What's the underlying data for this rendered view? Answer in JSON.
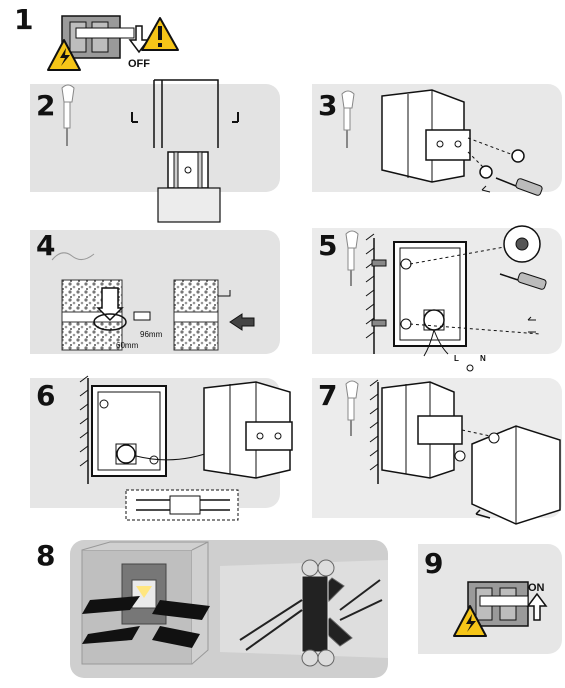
{
  "steps": [
    {
      "number": "1",
      "label": "OFF"
    },
    {
      "number": "2"
    },
    {
      "number": "3"
    },
    {
      "number": "4",
      "dim_depth": "96mm",
      "dim_diameter": "60mm"
    },
    {
      "number": "5",
      "wire_l": "L",
      "wire_n": "N"
    },
    {
      "number": "6"
    },
    {
      "number": "7"
    },
    {
      "number": "8"
    },
    {
      "number": "9",
      "label": "ON"
    }
  ],
  "colors": {
    "warning_yellow": "#f5c518",
    "panel_grey": "#d9d9d9",
    "light_grey": "#c8c8c8",
    "dark": "#111111"
  }
}
